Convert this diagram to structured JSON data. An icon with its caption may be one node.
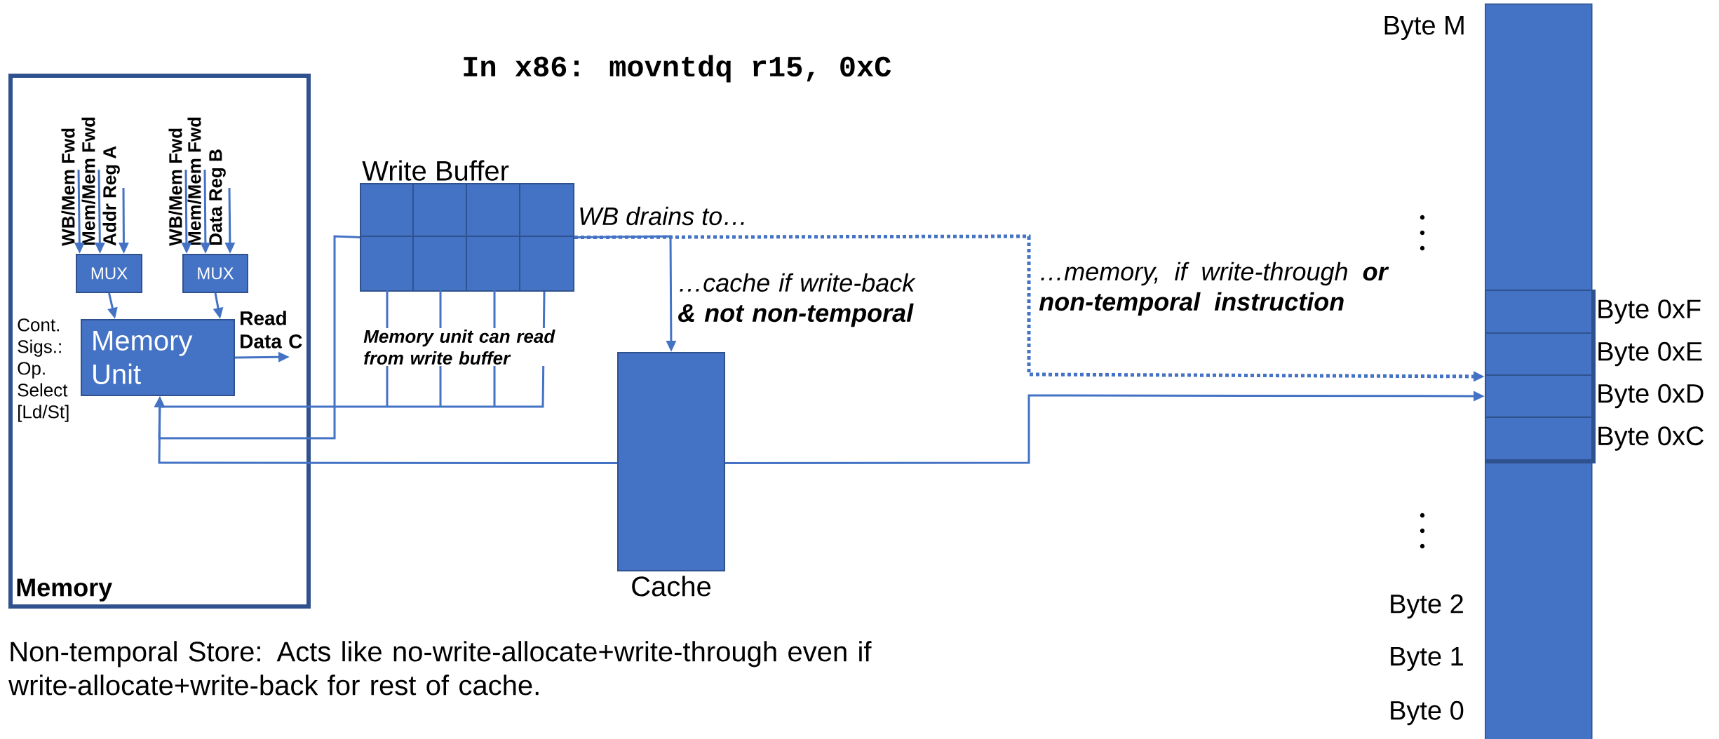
{
  "diagram": {
    "nodes": [
      {
        "text": [
          "Memory"
        ]
      },
      {
        "text": [
          "WB/Mem Fwd"
        ],
        "in": 0
      },
      {
        "text": [
          "Mem/Mem Fwd"
        ],
        "in": 0
      },
      {
        "text": [
          "Addr Reg A"
        ],
        "in": 0
      },
      {
        "text": [
          "WB/Mem Fwd"
        ],
        "in": 0
      },
      {
        "text": [
          "Mem/Mem Fwd"
        ],
        "in": 0
      },
      {
        "text": [
          "Data Reg B"
        ],
        "in": 0
      },
      {
        "text": [
          "MUX"
        ],
        "in": 0
      },
      {
        "text": [
          "MUX"
        ],
        "in": 0
      },
      {
        "text": [
          "Memory Unit"
        ],
        "in": 0
      },
      {
        "text": [
          "Write Buffer"
        ]
      },
      {
        "text": [
          "Cache"
        ]
      },
      {
        "text": [],
        "shape": "bar",
        "beside": [
          "Byte M",
          "Byte 2",
          "Byte 1",
          "Byte 0"
        ]
      },
      {
        "text": [],
        "shape": "box",
        "in": 12
      },
      {
        "text": [],
        "shape": "box",
        "in": 13,
        "beside": [
          "Byte 0xF"
        ]
      },
      {
        "text": [],
        "shape": "box",
        "in": 13,
        "beside": [
          "Byte 0xE"
        ]
      },
      {
        "text": [],
        "shape": "box",
        "in": 13,
        "beside": [
          "Byte 0xD"
        ]
      },
      {
        "text": [],
        "shape": "box",
        "in": 13,
        "beside": [
          "Byte 0xC"
        ]
      }
    ],
    "edges": [
      {
        "from": 1,
        "to": 7,
        "arrow": "to"
      },
      {
        "from": 2,
        "to": 7,
        "arrow": "to"
      },
      {
        "from": 3,
        "to": 7,
        "arrow": "to"
      },
      {
        "from": 4,
        "to": 8,
        "arrow": "to"
      },
      {
        "from": 5,
        "to": 8,
        "arrow": "to"
      },
      {
        "from": 6,
        "to": 8,
        "arrow": "to"
      },
      {
        "from": 7,
        "to": 9,
        "arrow": "to"
      },
      {
        "from": 8,
        "to": 9,
        "arrow": "to"
      },
      {
        "from": 9,
        "to": null,
        "arrow": "to",
        "label": "Read Data C"
      },
      {
        "from": 10,
        "to": 11,
        "arrow": "to",
        "label": "…cache if write-back **& not non-temporal**"
      },
      {
        "from": 10,
        "to": 13,
        "arrow": "to",
        "style": "dashed",
        "label": "…memory, if write-through **or non-temporal instruction**"
      },
      {
        "from": 10,
        "to": 9,
        "arrow": "to"
      },
      {
        "from": 10,
        "to": 9,
        "arrow": "to"
      },
      {
        "from": 11,
        "to": 16,
        "arrow": "to"
      },
      {
        "from": 11,
        "to": 9,
        "arrow": "to"
      }
    ],
    "labels": [
      "In x86: movntdq r15, 0xC",
      "WB drains to…",
      "Memory unit can read from write buffer",
      "Cont. Sigs.: Op. Select [Ld/St]",
      "Non-temporal Store: Acts like no-write-allocate+write-through even if write-allocate+write-back for rest of cache."
    ]
  }
}
